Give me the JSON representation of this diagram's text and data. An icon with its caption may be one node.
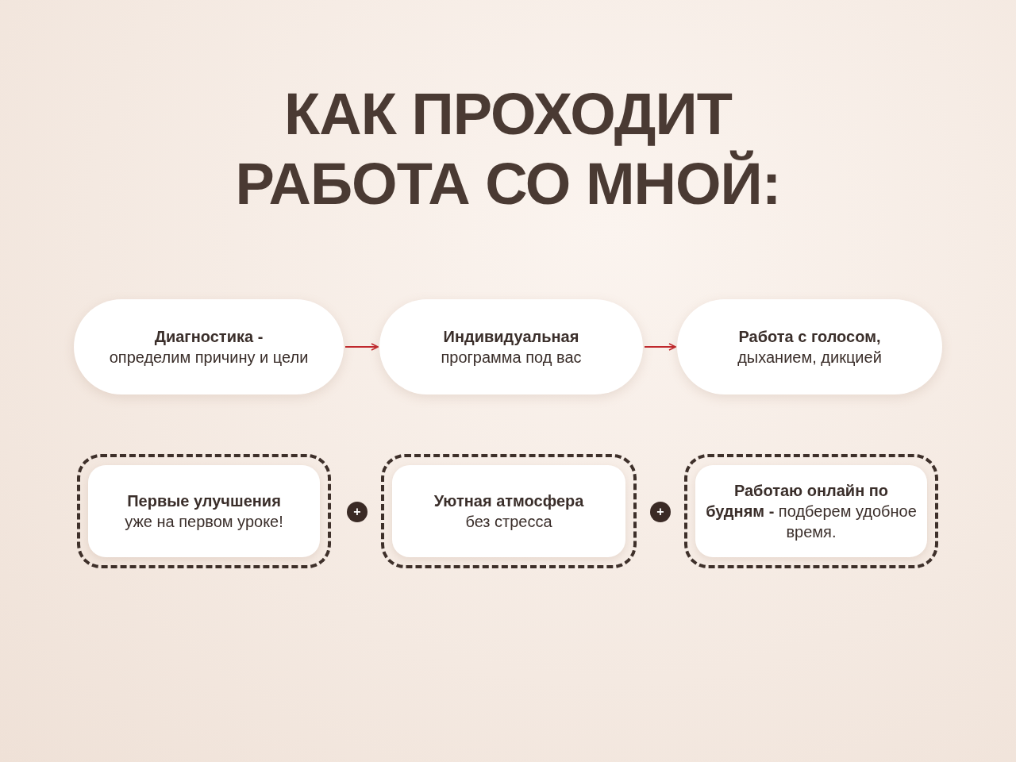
{
  "diagram": {
    "title": "КАК ПРОХОДИТ РАБОТА СО МНОЙ:",
    "nodes": [
      {
        "text": [
          "Диагностика -",
          "определим причину и цели"
        ]
      },
      {
        "text": [
          "Индивидуальная",
          "программа под вас"
        ]
      },
      {
        "text": [
          "Работа с голосом,",
          "дыханием, дикцией"
        ]
      },
      {
        "text": [
          "Первые улучшения",
          "уже на первом уроке!"
        ]
      },
      {
        "text": [
          "Уютная атмосфера",
          "без стресса"
        ]
      },
      {
        "text": [
          "**Работаю онлайн по будням -** подберем удобное время."
        ]
      }
    ],
    "edges": [
      {
        "from": 0,
        "to": 1,
        "arrow": "to"
      },
      {
        "from": 1,
        "to": 2,
        "arrow": "to"
      }
    ],
    "labels": [
      "+",
      "+"
    ]
  }
}
